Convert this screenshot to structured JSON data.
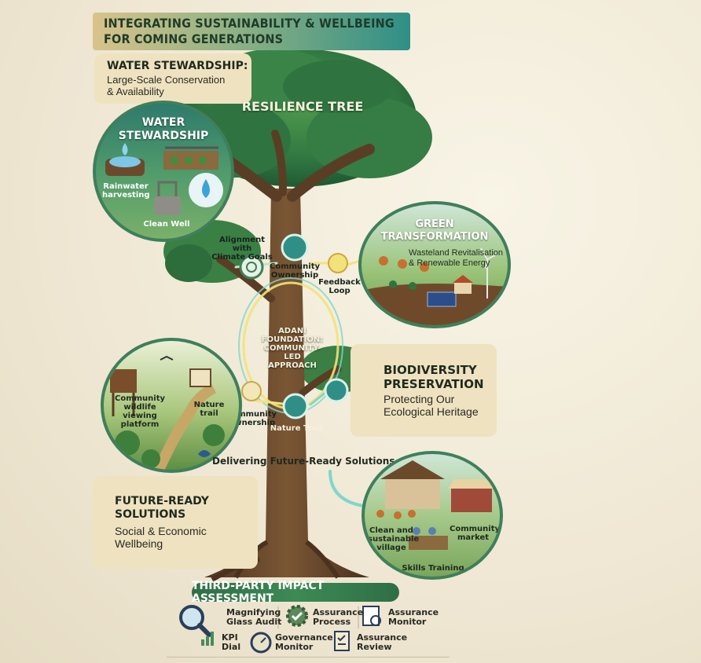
{
  "header": {
    "line1": "INTEGRATING SUSTAINABILITY & WELLBEING",
    "line2": "FOR COMING GENERATIONS"
  },
  "water_panel": {
    "title": "WATER STEWARDSHIP:",
    "line1": "Large-Scale Conservation",
    "line2": "& Availability"
  },
  "tree_title": "RESILIENCE TREE",
  "water_circle": {
    "title1": "WATER",
    "title2": "STEWARDSHIP",
    "rainwater1": "Rainwater",
    "rainwater2": "harvesting",
    "well": "Clean Well"
  },
  "green_circle": {
    "title1": "GREEN",
    "title2": "TRANSFORMATION",
    "sub1": "Wasteland Revitalisation",
    "sub2": "& Renewable Energy"
  },
  "nodes": {
    "align1": "Alignment with",
    "align2": "Climate Goals",
    "community_top1": "Community",
    "community_top2": "Ownership",
    "feedback1": "Feedback",
    "feedback2": "Loop",
    "core1": "ADANI",
    "core2": "FOUNDATION:",
    "core3": "COMMUNITY-LED",
    "core4": "APPROACH",
    "community_bottom1": "Community",
    "community_bottom2": "Ownership",
    "nature_trail_node": "Nature Trail"
  },
  "bio_circle": {
    "platform1": "Community",
    "platform2": "wildlife viewing",
    "platform3": "platform",
    "trail": "Nature trail"
  },
  "bio_panel": {
    "title1": "BIODIVERSITY",
    "title2": "PRESERVATION",
    "sub1": "Protecting Our",
    "sub2": "Ecological Heritage"
  },
  "delivering": "Delivering Future-Ready Solutions",
  "future_panel": {
    "title1": "FUTURE-READY",
    "title2": "SOLUTIONS",
    "sub1": "Social & Economic",
    "sub2": "Wellbeing"
  },
  "future_circle": {
    "village1": "Clean and",
    "village2": "sustainable",
    "village3": "village",
    "market1": "Community",
    "market2": "market",
    "skills": "Skills Training"
  },
  "footer": {
    "title": "THIRD-PARTY IMPACT ASSESSMENT",
    "items": [
      {
        "l1": "Magnifying",
        "l2": "Glass Audit",
        "icon": "magnifier-icon"
      },
      {
        "l1": "Assurance",
        "l2": "Process",
        "icon": "gear-check-icon"
      },
      {
        "l1": "Assurance",
        "l2": "Monitor",
        "icon": "document-search-icon"
      },
      {
        "l1": "KPI",
        "l2": "Dial",
        "icon": "bar-chart-icon"
      },
      {
        "l1": "Governance",
        "l2": "Monitor",
        "icon": "clock-dial-icon"
      },
      {
        "l1": "Assurance",
        "l2": "Review",
        "icon": "clipboard-icon"
      }
    ]
  },
  "colors": {
    "teal": "#2f8f86",
    "forest": "#3f7f5b",
    "panel": "#efe2c0",
    "bark": "#6b4a2c"
  }
}
